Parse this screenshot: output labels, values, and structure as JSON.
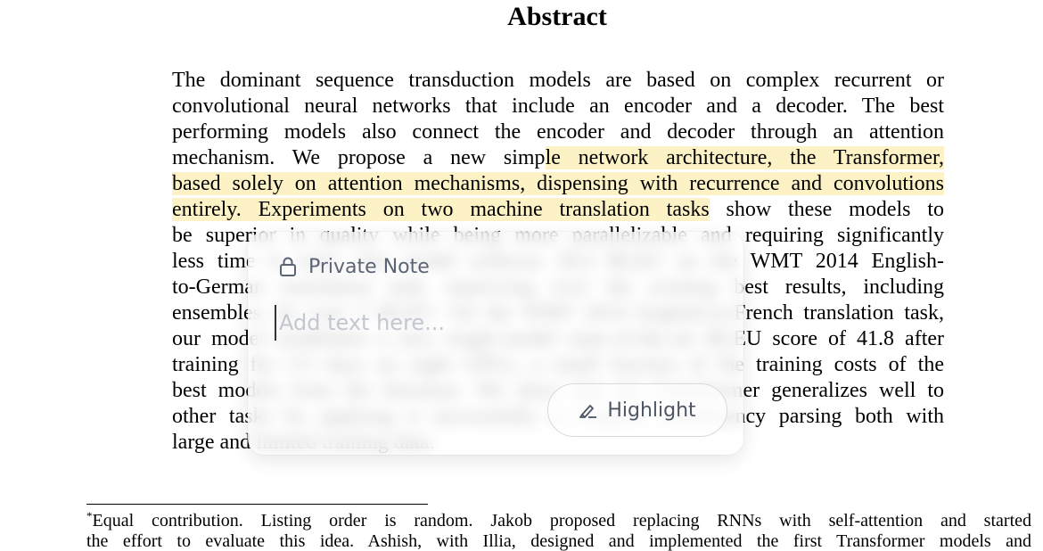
{
  "document": {
    "title": "Abstract",
    "lines": [
      [
        "The dominant sequence transduction models are based on complex recurrent or",
        "",
        ""
      ],
      [
        "convolutional neural networks that include an encoder and a decoder.  The best",
        "",
        ""
      ],
      [
        "performing models also connect the encoder and decoder through an attention",
        "",
        ""
      ],
      [
        "mechanism.  We propose a new simp",
        "le network architecture, the Transformer,",
        ""
      ],
      [
        "",
        "based solely on attention mechanisms, dispensing with recurrence and convolutions",
        ""
      ],
      [
        "",
        "entirely.  Experiments on two machine translation tasks",
        " show these models to"
      ],
      [
        "be superior in quality while being more parallelizable and requiring significantly",
        "",
        ""
      ],
      [
        "less time to train. Our model achieves 28.4 BLEU on the WMT 2014 English-",
        "",
        ""
      ],
      [
        "to-German translation task, improving over the existing best results, including",
        "",
        ""
      ],
      [
        "ensembles, by over 2 BLEU. On the WMT 2014 English-to-French translation task,",
        "",
        ""
      ],
      [
        "our model establishes a new single-model state-of-the-art BLEU score of 41.8 after",
        "",
        ""
      ],
      [
        "training for 3.5 days on eight GPUs, a small fraction of the training costs of the",
        "",
        ""
      ],
      [
        "best models from the literature. We show that the Transformer generalizes well to",
        "",
        ""
      ],
      [
        "other tasks by applying it successfully to English constituency parsing both with",
        "",
        ""
      ],
      [
        "large and limited training data.",
        "",
        ""
      ]
    ],
    "footnote": {
      "marker": "*",
      "lines": [
        "Equal contribution. Listing order is random. Jakob proposed replacing RNNs with self-attention and started",
        "the effort to evaluate this idea. Ashish, with Illia, designed and implemented the first Transformer models and"
      ]
    }
  },
  "popup": {
    "title": "Private Note",
    "input_placeholder": "Add text here...",
    "input_value": "",
    "highlight_label": "Highlight"
  },
  "colors": {
    "highlight": "#fcf2c5",
    "popup_text": "#5b6475",
    "placeholder": "#c3c7cf"
  }
}
